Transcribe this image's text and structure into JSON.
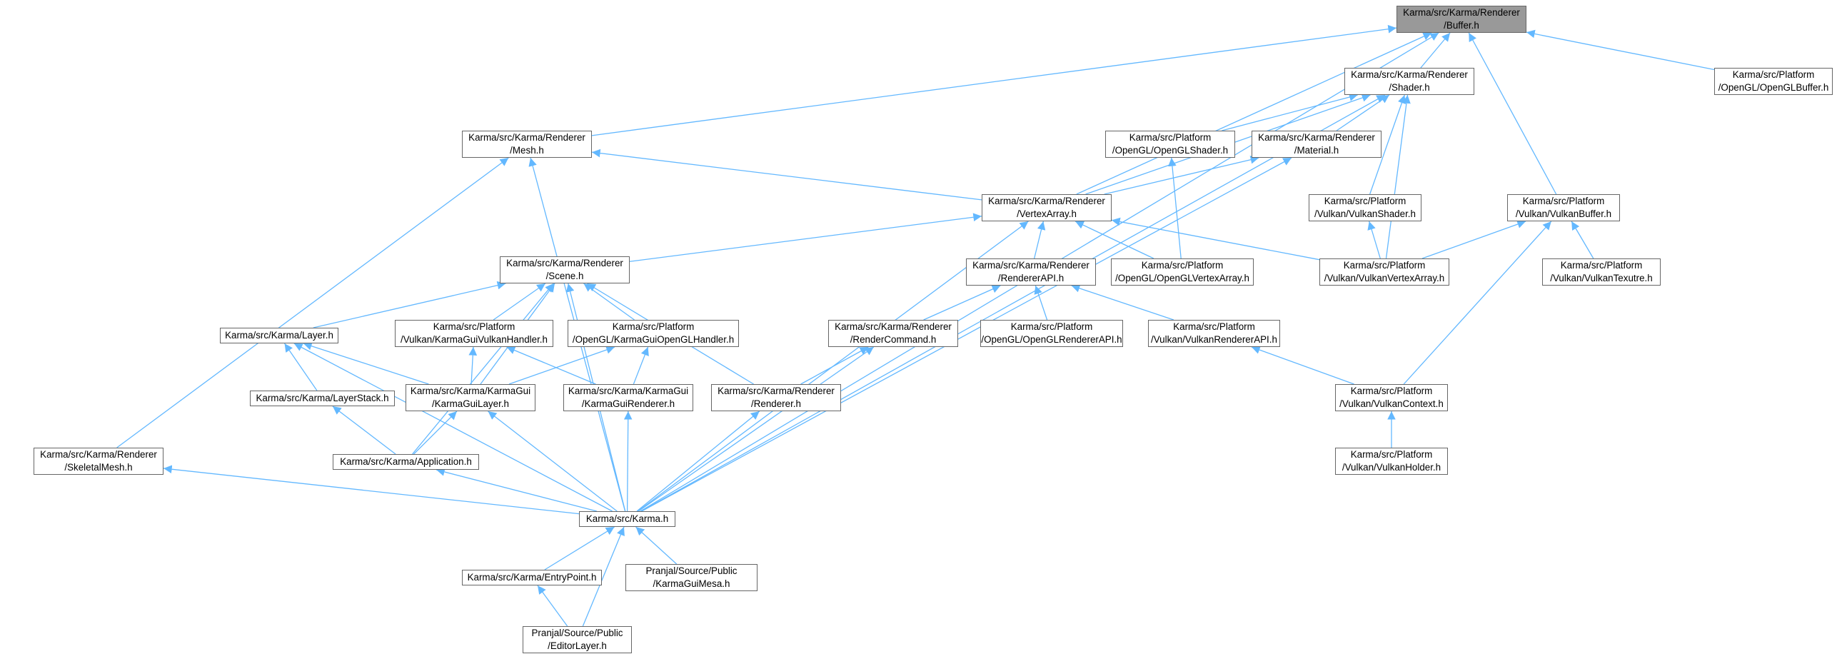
{
  "graph": {
    "title": "",
    "edge_color": "#63b8ff",
    "root_fill": "#999999",
    "node_border": "#666666",
    "nodes": [
      {
        "id": "buffer",
        "lines": [
          "Karma/src/Karma/Renderer",
          "/Buffer.h"
        ],
        "root": true
      },
      {
        "id": "shader",
        "lines": [
          "Karma/src/Karma/Renderer",
          "/Shader.h"
        ]
      },
      {
        "id": "oglbuffer",
        "lines": [
          "Karma/src/Platform",
          "/OpenGL/OpenGLBuffer.h"
        ]
      },
      {
        "id": "mesh",
        "lines": [
          "Karma/src/Karma/Renderer",
          "/Mesh.h"
        ]
      },
      {
        "id": "oglshader",
        "lines": [
          "Karma/src/Platform",
          "/OpenGL/OpenGLShader.h"
        ]
      },
      {
        "id": "material",
        "lines": [
          "Karma/src/Karma/Renderer",
          "/Material.h"
        ]
      },
      {
        "id": "vertexarray",
        "lines": [
          "Karma/src/Karma/Renderer",
          "/VertexArray.h"
        ]
      },
      {
        "id": "vkshader",
        "lines": [
          "Karma/src/Platform",
          "/Vulkan/VulkanShader.h"
        ]
      },
      {
        "id": "vkbuffer",
        "lines": [
          "Karma/src/Platform",
          "/Vulkan/VulkanBuffer.h"
        ]
      },
      {
        "id": "scene",
        "lines": [
          "Karma/src/Karma/Renderer",
          "/Scene.h"
        ]
      },
      {
        "id": "rendererapi",
        "lines": [
          "Karma/src/Karma/Renderer",
          "/RendererAPI.h"
        ]
      },
      {
        "id": "oglvertexarray",
        "lines": [
          "Karma/src/Platform",
          "/OpenGL/OpenGLVertexArray.h"
        ]
      },
      {
        "id": "vkvertexarray",
        "lines": [
          "Karma/src/Platform",
          "/Vulkan/VulkanVertexArray.h"
        ]
      },
      {
        "id": "vktexture",
        "lines": [
          "Karma/src/Platform",
          "/Vulkan/VulkanTexutre.h"
        ]
      },
      {
        "id": "layer",
        "lines": [
          "Karma/src/Karma/Layer.h"
        ]
      },
      {
        "id": "vkguihandler",
        "lines": [
          "Karma/src/Platform",
          "/Vulkan/KarmaGuiVulkanHandler.h"
        ]
      },
      {
        "id": "oglguihandler",
        "lines": [
          "Karma/src/Platform",
          "/OpenGL/KarmaGuiOpenGLHandler.h"
        ]
      },
      {
        "id": "rendercommand",
        "lines": [
          "Karma/src/Karma/Renderer",
          "/RenderCommand.h"
        ]
      },
      {
        "id": "oglrendererapi",
        "lines": [
          "Karma/src/Platform",
          "/OpenGL/OpenGLRendererAPI.h"
        ]
      },
      {
        "id": "vkrendererapi",
        "lines": [
          "Karma/src/Platform",
          "/Vulkan/VulkanRendererAPI.h"
        ]
      },
      {
        "id": "layerstack",
        "lines": [
          "Karma/src/Karma/LayerStack.h"
        ]
      },
      {
        "id": "guilayer",
        "lines": [
          "Karma/src/Karma/KarmaGui",
          "/KarmaGuiLayer.h"
        ]
      },
      {
        "id": "guirenderer",
        "lines": [
          "Karma/src/Karma/KarmaGui",
          "/KarmaGuiRenderer.h"
        ]
      },
      {
        "id": "renderer",
        "lines": [
          "Karma/src/Karma/Renderer",
          "/Renderer.h"
        ]
      },
      {
        "id": "vkcontext",
        "lines": [
          "Karma/src/Platform",
          "/Vulkan/VulkanContext.h"
        ]
      },
      {
        "id": "skeletalmesh",
        "lines": [
          "Karma/src/Karma/Renderer",
          "/SkeletalMesh.h"
        ]
      },
      {
        "id": "application",
        "lines": [
          "Karma/src/Karma/Application.h"
        ]
      },
      {
        "id": "vkholder",
        "lines": [
          "Karma/src/Platform",
          "/Vulkan/VulkanHolder.h"
        ]
      },
      {
        "id": "karma",
        "lines": [
          "Karma/src/Karma.h"
        ]
      },
      {
        "id": "entrypoint",
        "lines": [
          "Karma/src/Karma/EntryPoint.h"
        ]
      },
      {
        "id": "guimesa",
        "lines": [
          "Pranjal/Source/Public",
          "/KarmaGuiMesa.h"
        ]
      },
      {
        "id": "editorlayer",
        "lines": [
          "Pranjal/Source/Public",
          "/EditorLayer.h"
        ]
      }
    ],
    "edges": [
      [
        "buffer",
        "shader"
      ],
      [
        "buffer",
        "oglbuffer"
      ],
      [
        "buffer",
        "mesh"
      ],
      [
        "buffer",
        "vertexarray"
      ],
      [
        "buffer",
        "vkbuffer"
      ],
      [
        "buffer",
        "karma"
      ],
      [
        "shader",
        "oglshader"
      ],
      [
        "shader",
        "material"
      ],
      [
        "shader",
        "vertexarray"
      ],
      [
        "shader",
        "vkshader"
      ],
      [
        "shader",
        "vkvertexarray"
      ],
      [
        "shader",
        "karma"
      ],
      [
        "mesh",
        "vertexarray"
      ],
      [
        "mesh",
        "skeletalmesh"
      ],
      [
        "mesh",
        "karma"
      ],
      [
        "oglshader",
        "oglvertexarray"
      ],
      [
        "material",
        "vertexarray"
      ],
      [
        "material",
        "karma"
      ],
      [
        "vertexarray",
        "scene"
      ],
      [
        "vertexarray",
        "rendererapi"
      ],
      [
        "vertexarray",
        "oglvertexarray"
      ],
      [
        "vertexarray",
        "vkvertexarray"
      ],
      [
        "vertexarray",
        "karma"
      ],
      [
        "vkshader",
        "vkvertexarray"
      ],
      [
        "vkbuffer",
        "vkvertexarray"
      ],
      [
        "vkbuffer",
        "vktexture"
      ],
      [
        "vkbuffer",
        "vkcontext"
      ],
      [
        "scene",
        "layer"
      ],
      [
        "scene",
        "vkguihandler"
      ],
      [
        "scene",
        "oglguihandler"
      ],
      [
        "scene",
        "guilayer"
      ],
      [
        "scene",
        "application"
      ],
      [
        "scene",
        "renderer"
      ],
      [
        "scene",
        "karma"
      ],
      [
        "rendererapi",
        "rendercommand"
      ],
      [
        "rendererapi",
        "oglrendererapi"
      ],
      [
        "rendererapi",
        "vkrendererapi"
      ],
      [
        "layer",
        "layerstack"
      ],
      [
        "layer",
        "guilayer"
      ],
      [
        "layer",
        "karma"
      ],
      [
        "vkguihandler",
        "guilayer"
      ],
      [
        "vkguihandler",
        "guirenderer"
      ],
      [
        "oglguihandler",
        "guilayer"
      ],
      [
        "oglguihandler",
        "guirenderer"
      ],
      [
        "rendercommand",
        "renderer"
      ],
      [
        "rendercommand",
        "karma"
      ],
      [
        "vkrendererapi",
        "vkcontext"
      ],
      [
        "layerstack",
        "application"
      ],
      [
        "guilayer",
        "application"
      ],
      [
        "guilayer",
        "karma"
      ],
      [
        "guirenderer",
        "karma"
      ],
      [
        "renderer",
        "karma"
      ],
      [
        "vkcontext",
        "vkholder"
      ],
      [
        "skeletalmesh",
        "karma"
      ],
      [
        "application",
        "karma"
      ],
      [
        "karma",
        "entrypoint"
      ],
      [
        "karma",
        "guimesa"
      ],
      [
        "karma",
        "editorlayer"
      ],
      [
        "entrypoint",
        "editorlayer"
      ]
    ]
  }
}
